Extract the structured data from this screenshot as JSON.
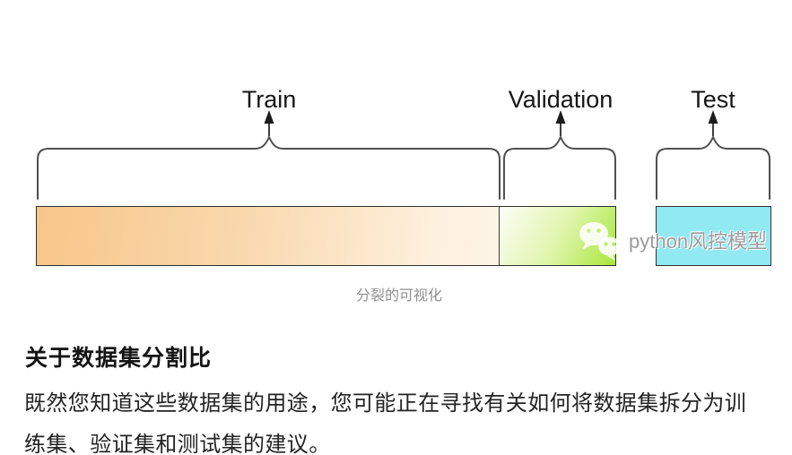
{
  "figure": {
    "sections": [
      {
        "id": "train",
        "label": "Train",
        "color_start": "#f8c689",
        "color_end": "#fdf4e7"
      },
      {
        "id": "validation",
        "label": "Validation",
        "color_start": "#fbfdf4",
        "color_end": "#a7e73b"
      },
      {
        "id": "test",
        "label": "Test",
        "color": "#91eaf1"
      }
    ],
    "caption": "分裂的可视化",
    "border_color": "#303030",
    "brace_color": "#4f4f4f"
  },
  "watermark": {
    "icon": "wechat-icon",
    "text": "python风控模型",
    "text_color": "#9b9b9b"
  },
  "article": {
    "heading": "关于数据集分割比",
    "paragraph_lines": [
      "既然您知道这些数据集的用途，您可能正在寻找有关如何将数据集拆分为训",
      "练集、验证集和测试集的建议。"
    ]
  }
}
